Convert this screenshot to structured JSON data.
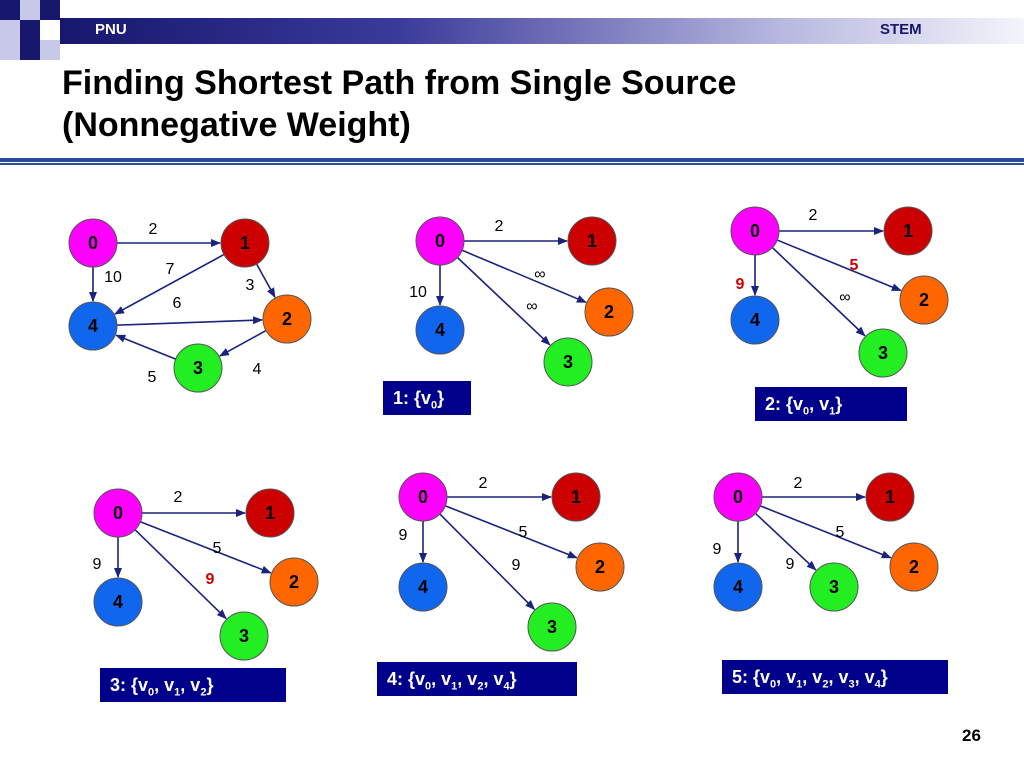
{
  "header": {
    "left": "PNU",
    "right": "STEM"
  },
  "title": {
    "line1": "Finding Shortest Path from Single Source",
    "line2": "(Nonnegative Weight)"
  },
  "colors": {
    "v0": "#ff00ff",
    "v1": "#cc0000",
    "v2": "#ff6600",
    "v3": "#22ee22",
    "v4": "#1166ee",
    "edge": "#1a237e",
    "highlight": "#cc0000"
  },
  "graphs": [
    {
      "nodes": [
        "0",
        "1",
        "2",
        "3",
        "4"
      ],
      "edge_labels": [
        "2",
        "10",
        "7",
        "3",
        "6",
        "5",
        "4"
      ],
      "highlight_labels": [],
      "set_label": ""
    },
    {
      "nodes": [
        "0",
        "1",
        "2",
        "3",
        "4"
      ],
      "edge_labels": [
        "2",
        "10",
        "∞",
        "∞"
      ],
      "highlight_labels": [],
      "set_label": {
        "prefix": "1: {v",
        "subs": [
          "0"
        ],
        "suffix": "}"
      }
    },
    {
      "nodes": [
        "0",
        "1",
        "2",
        "3",
        "4"
      ],
      "edge_labels": [
        "2",
        "∞"
      ],
      "highlight_labels": [
        "5",
        "9"
      ],
      "set_label": {
        "prefix": "2: {v",
        "subs": [
          "0",
          "1"
        ],
        "suffix": "}"
      }
    },
    {
      "nodes": [
        "0",
        "1",
        "2",
        "3",
        "4"
      ],
      "edge_labels": [
        "2",
        "9",
        "5"
      ],
      "highlight_labels": [
        "9"
      ],
      "set_label": {
        "prefix": "3: {v",
        "subs": [
          "0",
          "1",
          "2"
        ],
        "suffix": "}"
      }
    },
    {
      "nodes": [
        "0",
        "1",
        "2",
        "3",
        "4"
      ],
      "edge_labels": [
        "2",
        "9",
        "5",
        "9"
      ],
      "highlight_labels": [],
      "set_label": {
        "prefix": "4: {v",
        "subs": [
          "0",
          "1",
          "2",
          "4"
        ],
        "suffix": "}"
      }
    },
    {
      "nodes": [
        "0",
        "1",
        "2",
        "3",
        "4"
      ],
      "edge_labels": [
        "2",
        "9",
        "5",
        "9"
      ],
      "highlight_labels": [],
      "set_label": {
        "prefix": "5: {v",
        "subs": [
          "0",
          "1",
          "2",
          "3",
          "4"
        ],
        "suffix": "}"
      }
    }
  ],
  "set_labels_text": [
    "1: {v0}",
    "2: {v0, v1}",
    "3: {v0, v1, v2}",
    "4: {v0, v1, v2, v4}",
    "5: {v0, v1, v2, v3, v4}"
  ],
  "page_number": "26"
}
